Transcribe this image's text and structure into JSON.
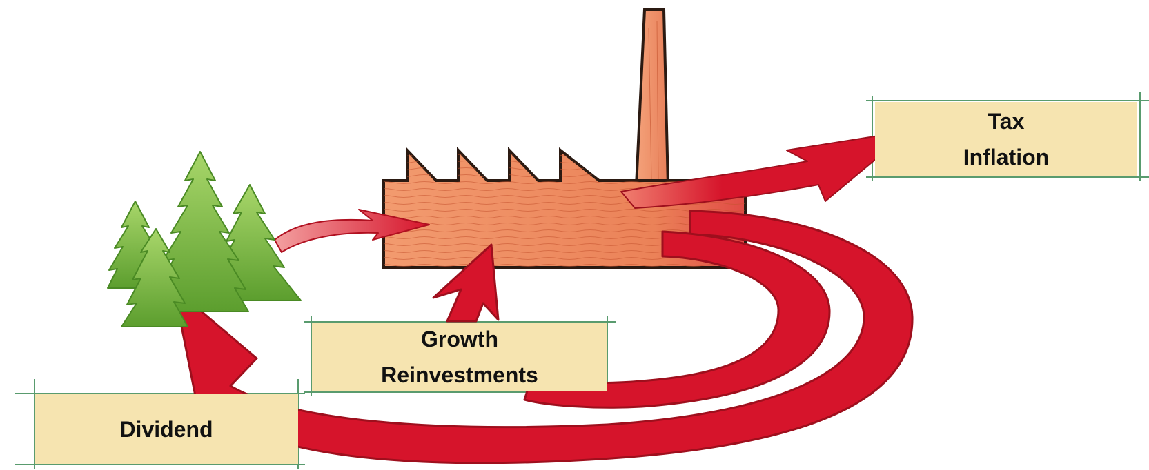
{
  "labels": {
    "tax": {
      "line1": "Tax",
      "line2": "Inflation"
    },
    "growth": {
      "line1": "Growth",
      "line2": "Reinvestments"
    },
    "dividend": {
      "line1": "Dividend"
    }
  },
  "colors": {
    "arrow": "#d6142b",
    "arrow_dark": "#9e0f1d",
    "factory": "#ec8a5c",
    "factory_outline": "#2b1a12",
    "tree": "#7fb83a",
    "label_box": "#f6e4b0",
    "box_line": "#3d8a55"
  },
  "icons": [
    "factory-icon",
    "forest-icon"
  ]
}
